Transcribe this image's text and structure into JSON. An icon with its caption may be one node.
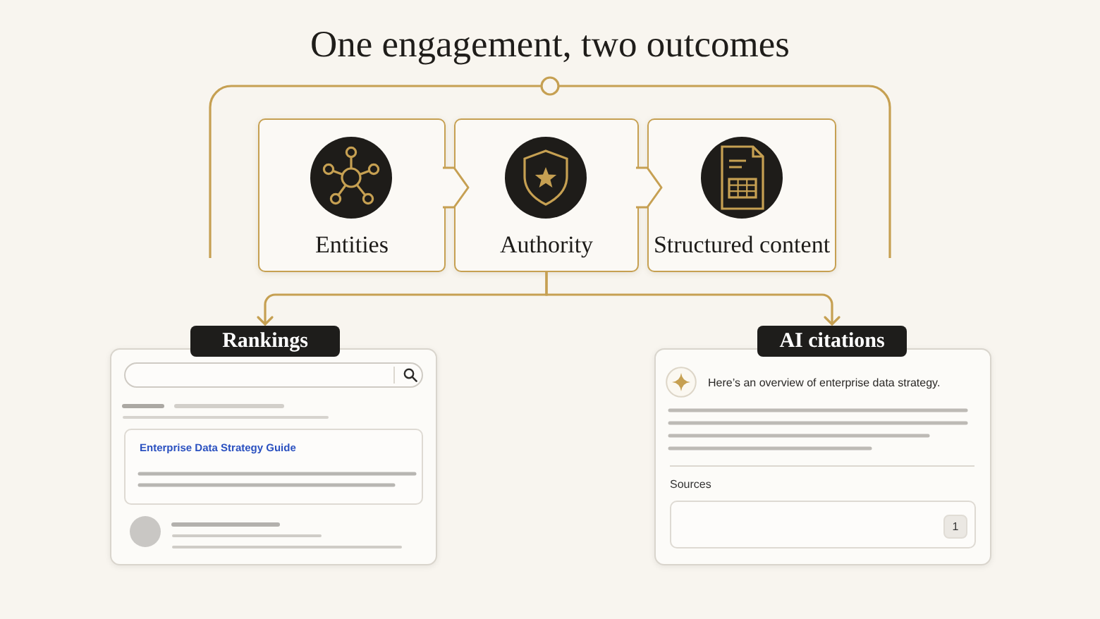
{
  "diagram": {
    "title": "One engagement, two outcomes",
    "nodes": [
      {
        "text": [
          "Entities"
        ]
      },
      {
        "text": [
          "Authority"
        ]
      },
      {
        "text": [
          "Structured content"
        ]
      },
      {
        "text": [
          "Rankings"
        ]
      },
      {
        "text": [
          "Enterprise Data Strategy Guide"
        ],
        "in": 3
      },
      {
        "text": [
          "AI citations",
          "Here’s an overview of enterprise data strategy.",
          "Sources"
        ]
      },
      {
        "text": [],
        "shape": "box",
        "in": 5
      },
      {
        "text": [
          "1"
        ],
        "in": 6
      }
    ],
    "edges": [
      {
        "from": 0,
        "to": 1,
        "arrow": "to"
      },
      {
        "from": 1,
        "to": 2,
        "arrow": "to"
      },
      {
        "from": 1,
        "to": 3,
        "arrow": "to"
      },
      {
        "from": 1,
        "to": 5,
        "arrow": "to"
      }
    ]
  }
}
